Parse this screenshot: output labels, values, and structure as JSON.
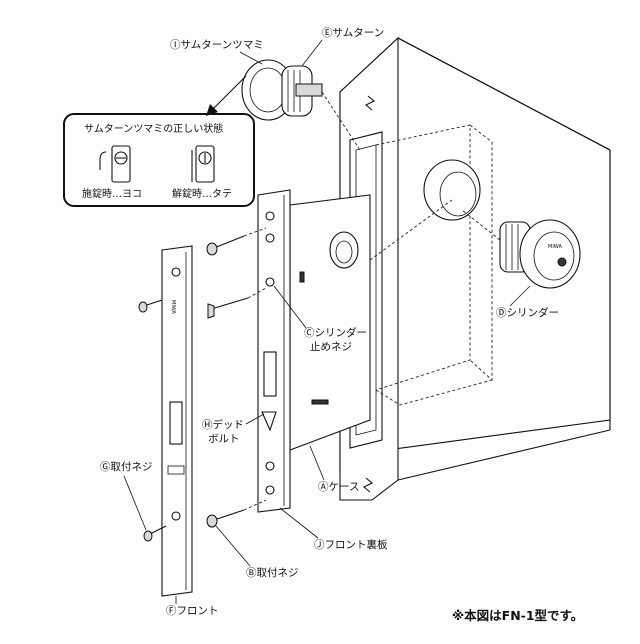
{
  "labels": {
    "thumbturn_knob": "Ⓘサムターンツマミ",
    "thumbturn": "Ⓔサムターン",
    "cylinder": "Ⓓシリンダー",
    "cylinder_screw_line1": "Ⓒシリンダー",
    "cylinder_screw_line2": "止めネジ",
    "deadbolt_line1": "Ⓗデッド",
    "deadbolt_line2": "ボルト",
    "case": "Ⓐケース",
    "front_backplate": "Ⓙフロント裏板",
    "mounting_screw_g": "Ⓖ取付ネジ",
    "mounting_screw_b": "Ⓑ取付ネジ",
    "front": "Ⓕフロント"
  },
  "inset": {
    "title": "サムターンツマミの正しい状態",
    "locked": "施錠時…ヨコ",
    "unlocked": "解錠時…タテ"
  },
  "note": "※本図はFN-1型です。"
}
